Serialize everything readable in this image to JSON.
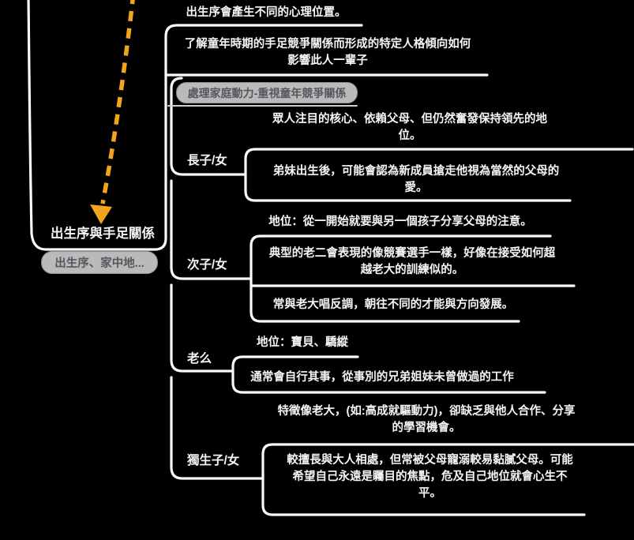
{
  "colors": {
    "background": "#000000",
    "edge_line": "#fbfbfb",
    "arrow_orange": "#f2a41d",
    "pill_background": "#b9babc",
    "pill_text": "#55575a",
    "node_text": "#f6f6f6"
  },
  "root": {
    "label": "出生序與手足關係",
    "note": "出生序、家中地..."
  },
  "points": {
    "psych_position": "出生序會產生不同的心理位置。",
    "lifelong_influence": "了解童年時期的手足競爭關係而形成的特定人格傾向如何影響此人一輩子"
  },
  "group": {
    "label": "處理家庭動力-重視童年競爭關係"
  },
  "branches": [
    {
      "label": "長子/女",
      "items": [
        "眾人注目的核心、依賴父母、但仍然奮發保持領先的地位。",
        "弟妹出生後，可能會認為新成員搶走他視為當然的父母的愛。"
      ]
    },
    {
      "label": "次子/女",
      "items": [
        "地位：從一開始就要與另一個孩子分享父母的注意。",
        "典型的老二會表現的像競賽選手一樣，好像在接受如何超越老大的訓練似的。",
        "常與老大唱反調，朝往不同的才能與方向發展。"
      ]
    },
    {
      "label": "老么",
      "items": [
        "地位：寶貝、驕縱",
        "通常會自行其事，從事別的兄弟姐妹未曾做過的工作"
      ]
    },
    {
      "label": "獨生子/女",
      "items": [
        "特徵像老大，(如:高成就驅動力)，卻缺乏與他人合作、分享的學習機會。",
        "較擅長與大人相處，但常被父母寵溺較易黏膩父母。可能希望自己永遠是矚目的焦點，危及自己地位就會心生不平。"
      ]
    }
  ]
}
